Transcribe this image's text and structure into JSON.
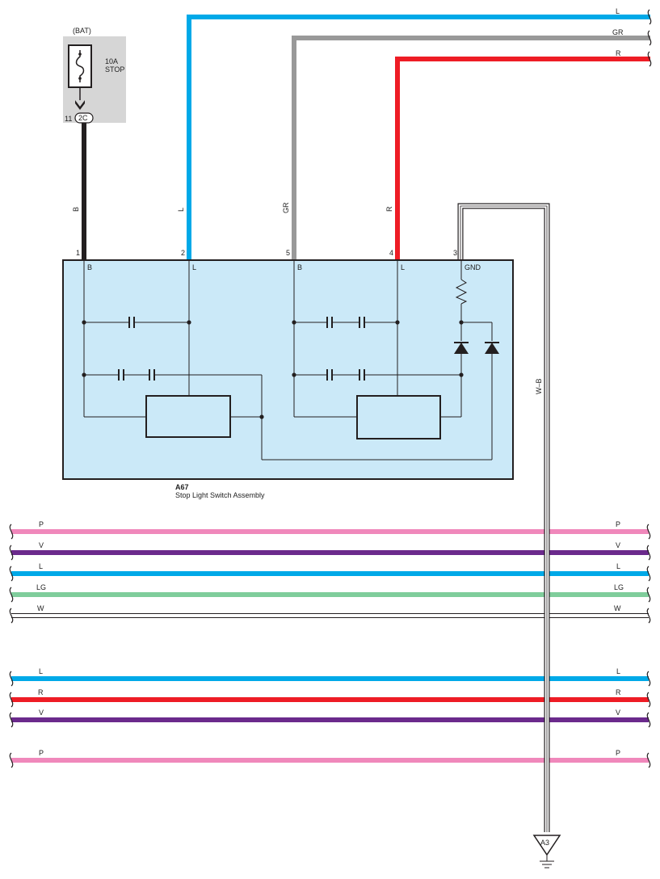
{
  "colors": {
    "L": "#00a9e8",
    "GR": "#999999",
    "R": "#ee1c25",
    "B": "#231f20",
    "P": "#f088bb",
    "V": "#6b2a8c",
    "LG": "#7fcd9b",
    "W": "#ffffff",
    "component_fill": "#cbe9f8",
    "fuse_box_fill": "#d6d6d6"
  },
  "fuse": {
    "source": "(BAT)",
    "rating": "10A",
    "name": "STOP",
    "pin": "11",
    "connector": "2C"
  },
  "component": {
    "ref": "A67",
    "name": "Stop Light Switch Assembly",
    "pins": [
      {
        "number": "1",
        "label": "B",
        "wire": "B"
      },
      {
        "number": "2",
        "label": "L",
        "wire": "L"
      },
      {
        "number": "5",
        "label": "B",
        "wire": "GR"
      },
      {
        "number": "4",
        "label": "L",
        "wire": "R"
      },
      {
        "number": "3",
        "label": "GND",
        "wire": "W-B"
      }
    ]
  },
  "top_wires": [
    {
      "code": "L"
    },
    {
      "code": "GR"
    },
    {
      "code": "R"
    }
  ],
  "ground_wire": {
    "code": "W–B",
    "ground_point": "A3"
  },
  "bus_group_1": [
    {
      "code": "P"
    },
    {
      "code": "V"
    },
    {
      "code": "L"
    },
    {
      "code": "LG"
    },
    {
      "code": "W"
    }
  ],
  "bus_group_2": [
    {
      "code": "L"
    },
    {
      "code": "R"
    },
    {
      "code": "V"
    }
  ],
  "bus_group_3": [
    {
      "code": "P"
    }
  ]
}
